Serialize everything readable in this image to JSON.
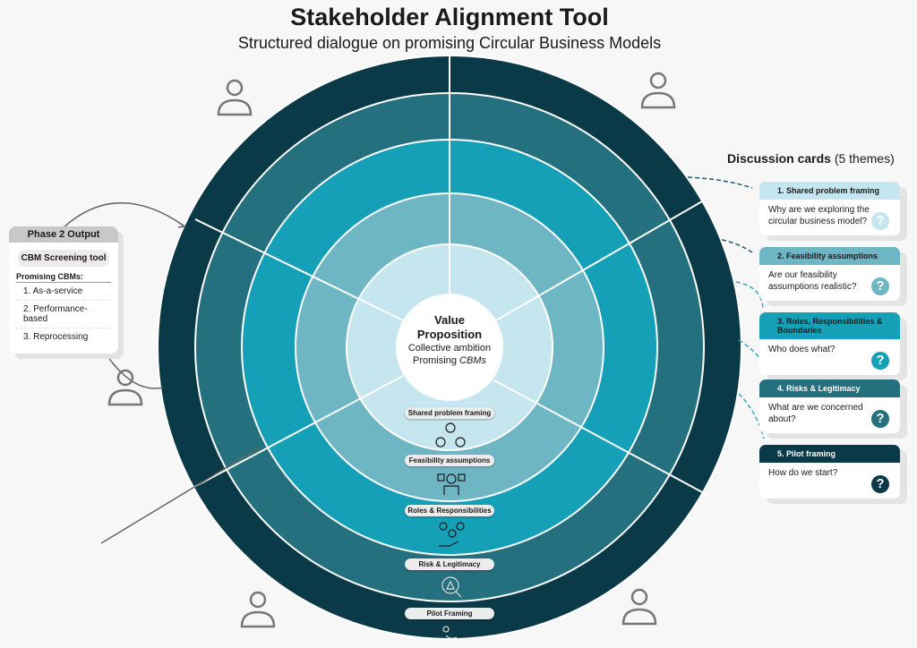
{
  "header": {
    "title": "Stakeholder Alignment Tool",
    "subtitle": "Structured dialogue on promising Circular Business Models"
  },
  "center": {
    "title_line1": "Value",
    "title_line2": "Proposition",
    "line1": "Collective ambition",
    "line2_prefix": "Promising ",
    "line2_italic": "CBMs"
  },
  "rings": [
    {
      "label": "Shared problem framing",
      "color": "#c5e6ee",
      "icon": "group-cycle-icon"
    },
    {
      "label": "Feasibility assumptions",
      "color": "#6fb6c5",
      "icon": "person-weighing-options-icon"
    },
    {
      "label": "Roles & Responsibilities",
      "color": "#15a0b8",
      "icon": "team-in-hand-icon"
    },
    {
      "label": "Risk & Legitimacy",
      "color": "#24707f",
      "icon": "warning-magnifier-icon"
    },
    {
      "label": "Pilot Framing",
      "color": "#0a3a47",
      "icon": "route-person-icon"
    }
  ],
  "phase2": {
    "header": "Phase 2 Output",
    "tool": "CBM Screening tool",
    "list_title": "Promising CBMs:",
    "items": [
      "1. As-a-service",
      "2. Performance-based",
      "3. Reprocessing"
    ]
  },
  "cards_title": {
    "bold": "Discussion cards",
    "rest": " (5 themes)"
  },
  "cards": [
    {
      "header": "1.  Shared problem framing",
      "body": "Why are we exploring the circular business model?",
      "color": "#c5e6ee",
      "text": "#1a1a1a"
    },
    {
      "header": "2.  Feasibility assumptions",
      "body": "Are our feasibility assumptions realistic?",
      "color": "#6fb6c5",
      "text": "#1a1a1a"
    },
    {
      "header": "3.  Roles, Responsibilities & Boundaries",
      "body": "Who does what?",
      "color": "#15a0b8",
      "text": "#1a1a1a"
    },
    {
      "header": "4.  Risks & Legitimacy",
      "body": "What are we concerned about?",
      "color": "#24707f",
      "text": "#ffffff"
    },
    {
      "header": "5.  Pilot framing",
      "body": "How do we start?",
      "color": "#0a3a47",
      "text": "#ffffff"
    }
  ],
  "q_mark": "?"
}
